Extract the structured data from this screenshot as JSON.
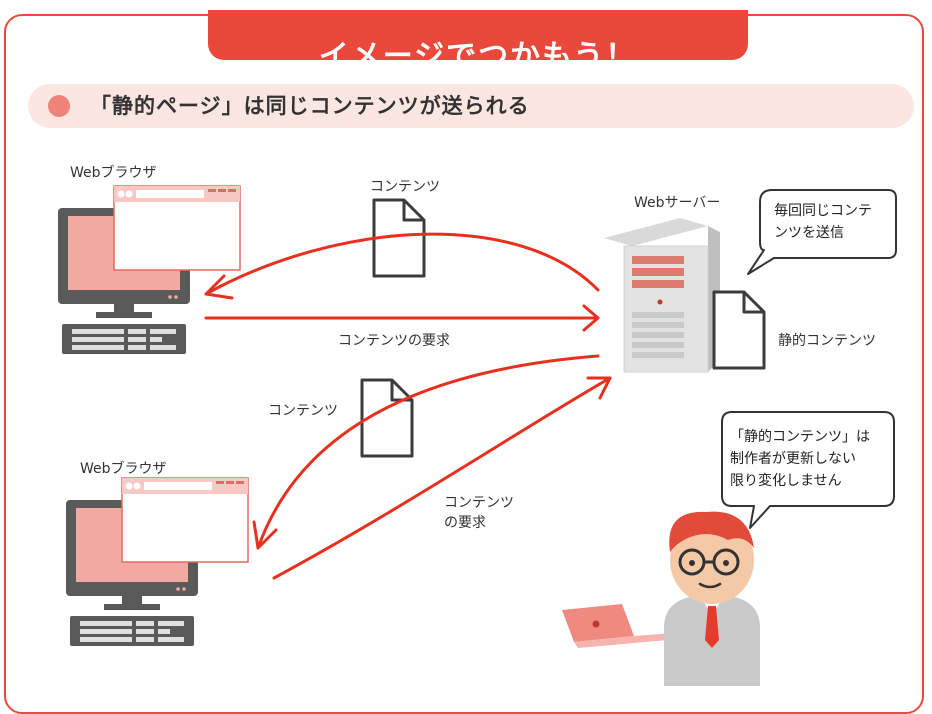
{
  "banner": {
    "title": "イメージでつかもう！"
  },
  "section": {
    "title": "「静的ページ」は同じコンテンツが送られる"
  },
  "labels": {
    "browser_top": "Webブラウザ",
    "browser_bottom": "Webブラウザ",
    "server": "Webサーバー",
    "static_contents": "静的コンテンツ",
    "contents_top": "コンテンツ",
    "contents_request_top": "コンテンツの要求",
    "contents_middle": "コンテンツ",
    "contents_request_bottom_1": "コンテンツ",
    "contents_request_bottom_2": "の要求"
  },
  "bubbles": {
    "server_1": "毎回同じコンテ",
    "server_2": "ンツを送信",
    "person_1": "「静的コンテンツ」は",
    "person_2": "制作者が更新しない",
    "person_3": "限り変化しません"
  },
  "colors": {
    "accent": "#e9483a",
    "arrow": "#e8301f",
    "section_bg": "#fbe6e2",
    "monitor": "#5a5a5a",
    "screen": "#f2a9a2"
  }
}
